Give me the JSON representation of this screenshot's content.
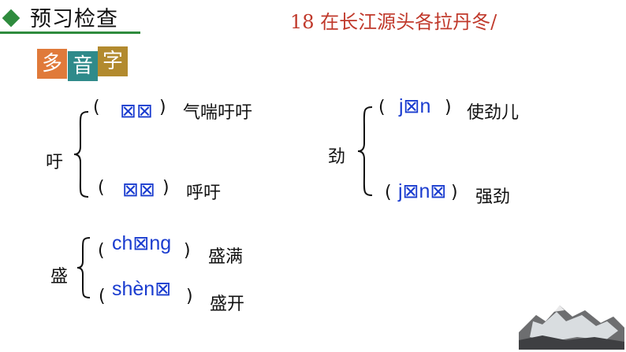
{
  "header": {
    "title": "预习检查",
    "lesson": "18  在长江源头各拉丹冬/"
  },
  "badge": {
    "chars": [
      "多",
      "音",
      "字"
    ],
    "colors": [
      "#e07a3a",
      "#2f8a8a",
      "#b28a2e"
    ]
  },
  "groups": {
    "xu": {
      "char": "吁",
      "items": [
        {
          "pinyin": "⊠⊠",
          "word": "气喘吁吁"
        },
        {
          "pinyin": "⊠⊠",
          "word": "呼吁"
        }
      ]
    },
    "jin": {
      "char": "劲",
      "items": [
        {
          "pinyin": "j⊠n",
          "word": "使劲儿"
        },
        {
          "pinyin": "j⊠n⊠",
          "word": "强劲"
        }
      ]
    },
    "sheng": {
      "char": "盛",
      "items": [
        {
          "pinyin": "ch⊠ng",
          "word": "盛满"
        },
        {
          "pinyin": "shèn⊠",
          "word": "盛开"
        }
      ]
    }
  },
  "paren": {
    "open": "(",
    "close": ")"
  }
}
